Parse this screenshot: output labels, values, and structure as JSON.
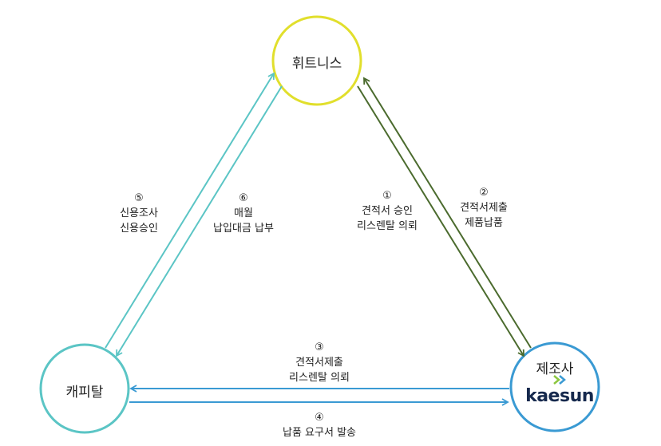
{
  "nodes": {
    "top": {
      "label": "휘트니스",
      "color": "#e1df2c"
    },
    "left": {
      "label": "캐피탈",
      "color": "#5bc5c5"
    },
    "right": {
      "label": "제조사",
      "color": "#3a9ad3",
      "logo_text": "kaesun"
    }
  },
  "edges": [
    {
      "id": "e1",
      "num": "①",
      "lines": [
        "견적서 승인",
        "리스렌탈 의뢰"
      ],
      "color": "#4b6b2e"
    },
    {
      "id": "e2",
      "num": "②",
      "lines": [
        "견적서제출",
        "제품납품"
      ],
      "color": "#4b6b2e"
    },
    {
      "id": "e3",
      "num": "③",
      "lines": [
        "견적서제출",
        "리스렌탈 의뢰"
      ],
      "color": "#3a9ad3"
    },
    {
      "id": "e4",
      "num": "④",
      "lines": [
        "납품 요구서 발송"
      ],
      "color": "#3a9ad3"
    },
    {
      "id": "e5",
      "num": "⑤",
      "lines": [
        "신용조사",
        "신용승인"
      ],
      "color": "#5bc5c5"
    },
    {
      "id": "e6",
      "num": "⑥",
      "lines": [
        "매월",
        "납입대금 납부"
      ],
      "color": "#5bc5c5"
    }
  ]
}
